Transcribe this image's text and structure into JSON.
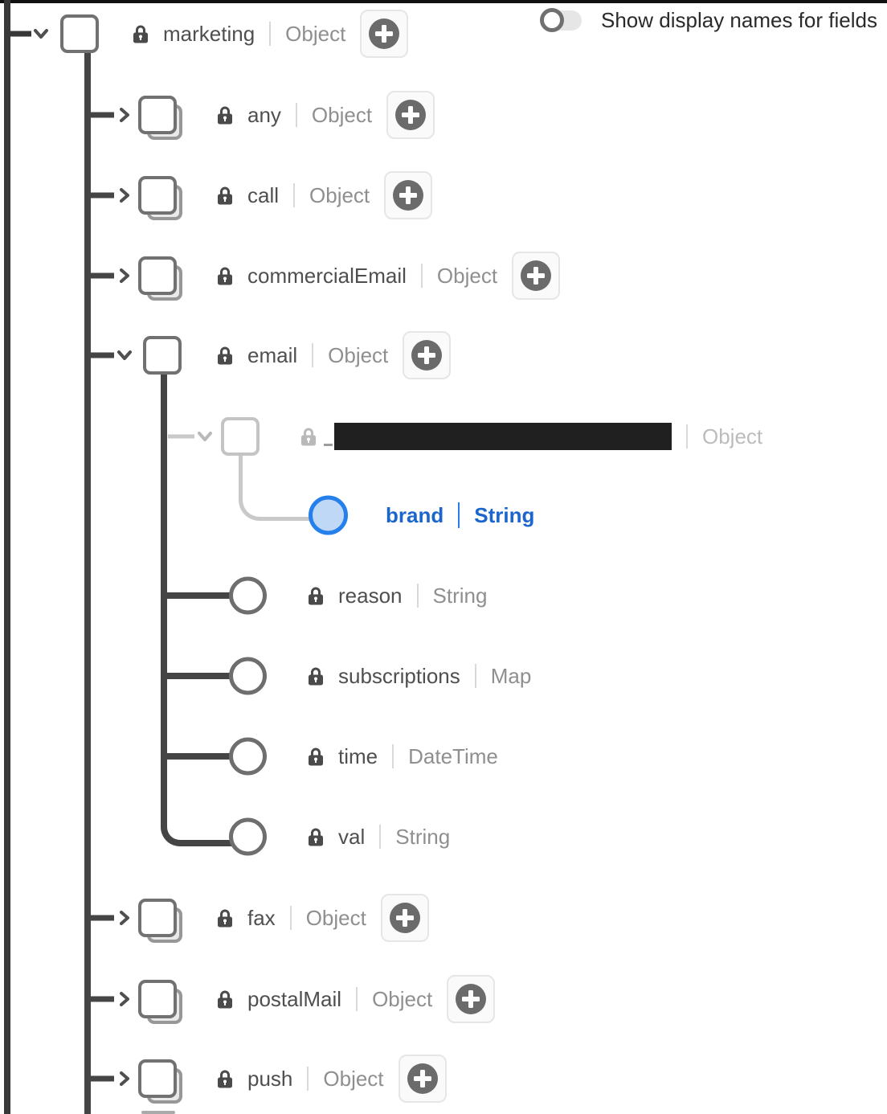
{
  "header": {
    "toggle_label": "Show display names for fields",
    "toggle_state": "off"
  },
  "tree": {
    "rows": [
      {
        "name": "marketing",
        "type": "Object",
        "kind": "root",
        "expanded": true,
        "locked": true,
        "icon": "object",
        "add": true
      },
      {
        "name": "any",
        "type": "Object",
        "kind": "child",
        "expanded": false,
        "locked": true,
        "icon": "object-array",
        "add": true
      },
      {
        "name": "call",
        "type": "Object",
        "kind": "child",
        "expanded": false,
        "locked": true,
        "icon": "object-array",
        "add": true
      },
      {
        "name": "commercialEmail",
        "type": "Object",
        "kind": "child",
        "expanded": false,
        "locked": true,
        "icon": "object-array",
        "add": true
      },
      {
        "name": "email",
        "type": "Object",
        "kind": "child",
        "expanded": true,
        "locked": true,
        "icon": "object",
        "add": true
      },
      {
        "name": "",
        "redacted": true,
        "type": "Object",
        "kind": "ghost",
        "expanded": true,
        "locked": true,
        "icon": "object",
        "add": false
      },
      {
        "name": "brand",
        "type": "String",
        "kind": "leaf",
        "selected": true,
        "locked": false,
        "icon": "field",
        "add": false
      },
      {
        "name": "reason",
        "type": "String",
        "kind": "leaf",
        "selected": false,
        "locked": true,
        "icon": "field",
        "add": false
      },
      {
        "name": "subscriptions",
        "type": "Map",
        "kind": "leaf",
        "selected": false,
        "locked": true,
        "icon": "field",
        "add": false
      },
      {
        "name": "time",
        "type": "DateTime",
        "kind": "leaf",
        "selected": false,
        "locked": true,
        "icon": "field",
        "add": false
      },
      {
        "name": "val",
        "type": "String",
        "kind": "leaf",
        "selected": false,
        "locked": true,
        "icon": "field",
        "add": false
      },
      {
        "name": "fax",
        "type": "Object",
        "kind": "child",
        "expanded": false,
        "locked": true,
        "icon": "object-array",
        "add": true
      },
      {
        "name": "postalMail",
        "type": "Object",
        "kind": "child",
        "expanded": false,
        "locked": true,
        "icon": "object-array",
        "add": true
      },
      {
        "name": "push",
        "type": "Object",
        "kind": "child",
        "expanded": false,
        "locked": true,
        "icon": "object-array",
        "add": true
      }
    ]
  },
  "colors": {
    "accent_blue_text": "#1b66cc",
    "selected_border": "#2680eb",
    "selected_fill": "#bed8f6",
    "line_dark": "#454545",
    "line_light": "#c9c9c9"
  }
}
